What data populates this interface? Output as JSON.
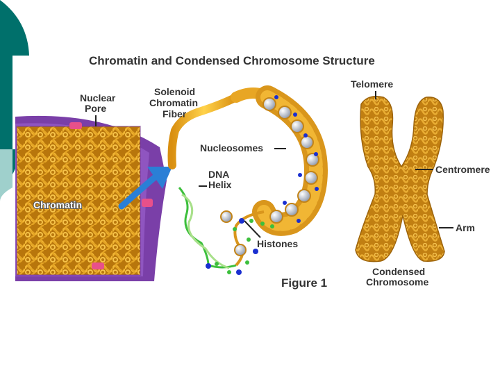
{
  "diagram": {
    "title": "Chromatin and Condensed Chromosome Structure",
    "caption": "Figure 1",
    "labels": {
      "nuclear_pore": [
        "Nuclear",
        "Pore"
      ],
      "chromatin": "Chromatin",
      "solenoid": [
        "Solenoid",
        "Chromatin",
        "Fiber"
      ],
      "nucleosomes": "Nucleosomes",
      "dna_helix": [
        "DNA",
        "Helix"
      ],
      "histones": "Histones",
      "telomere": "Telomere",
      "centromere": "Centromere",
      "arm": "Arm",
      "condensed_chromosome": [
        "Condensed",
        "Chromosome"
      ]
    }
  },
  "colors": {
    "slide_accent_dark": "#00706b",
    "slide_accent_light": "#9fd0cc",
    "nucleus_membrane": "#7a3fa8",
    "chromatin_fiber": "#d99a1e",
    "fiber_gold": "#f0b31f",
    "arrow_blue": "#2a7fd6",
    "histone_blue": "#1a2fd0",
    "dna_green": "#3cbf3c"
  }
}
